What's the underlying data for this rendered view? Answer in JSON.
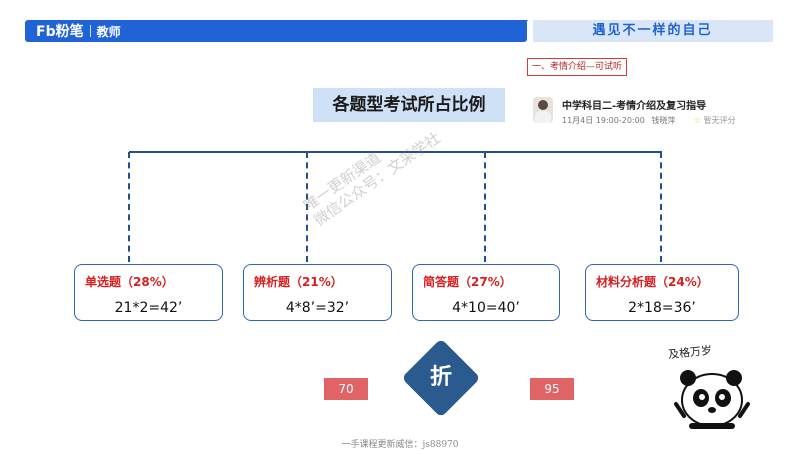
{
  "header": {
    "logo_brand": "Fb粉笔",
    "logo_sub": "教师",
    "slogan": "遇见不一样的自己"
  },
  "section_tag": "一、考情介绍—可试听",
  "course": {
    "title": "中学科目二-考情介绍及复习指导",
    "time": "11月4日 19:00-20:00",
    "teacher": "钱晓萍",
    "star_icon": "star-icon",
    "rating": "暂无评分"
  },
  "title": "各题型考试所占比例",
  "question_types": [
    {
      "name": "单选题",
      "percent": "（28%）",
      "formula": "21*2=42’"
    },
    {
      "name": "辨析题",
      "percent": "（21%）",
      "formula": "4*8’=32’"
    },
    {
      "name": "简答题",
      "percent": "（27%）",
      "formula": "4*10=40’"
    },
    {
      "name": "材料分析题",
      "percent": "（24%）",
      "formula": "2*18=36’"
    }
  ],
  "scores": {
    "left": "70",
    "right": "95"
  },
  "diamond_label": "折",
  "watermark": {
    "line1": "唯一更新渠道",
    "line2": "微信公众号：文采学社"
  },
  "panda": {
    "caption": "及格万岁",
    "icon": "panda-icon"
  },
  "footer": "一手课程更新威信：js88970",
  "colors": {
    "brand_blue": "#1f63d6",
    "line_blue": "#214f8f",
    "red_label": "#d71f1f",
    "score_red": "#e06466"
  }
}
